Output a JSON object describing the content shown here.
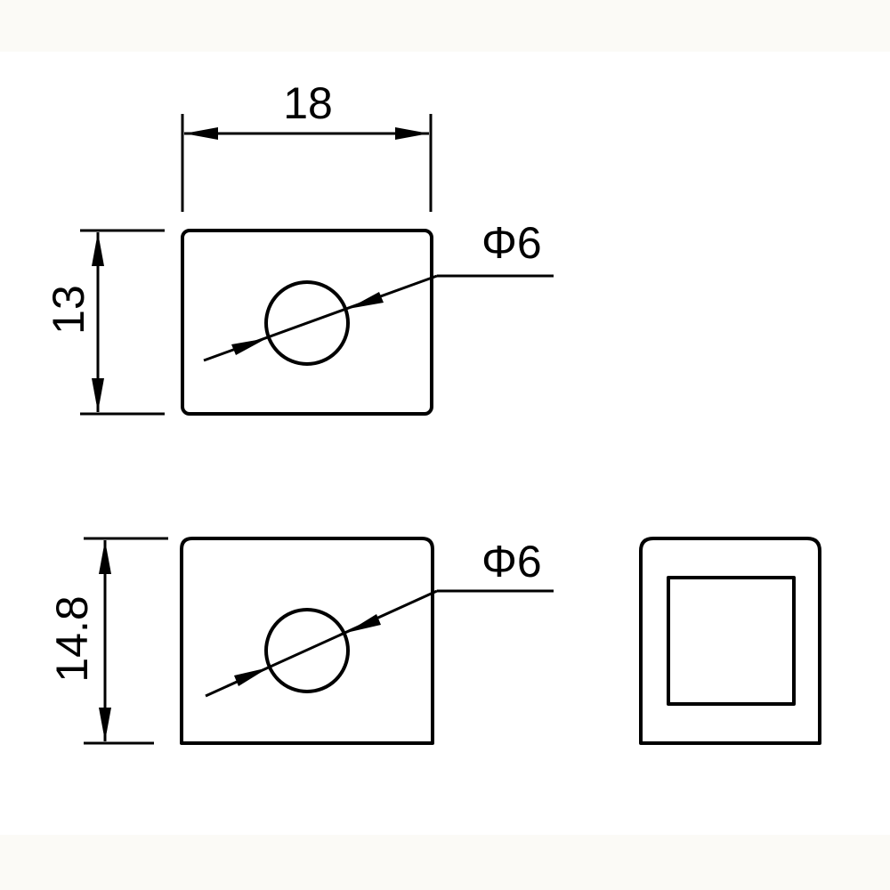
{
  "drawing": {
    "top_view": {
      "width_dimension": "18",
      "height_dimension": "13",
      "hole_callout": "Φ6"
    },
    "front_view": {
      "height_dimension": "14.8",
      "hole_callout": "Φ6"
    },
    "side_view": {}
  }
}
